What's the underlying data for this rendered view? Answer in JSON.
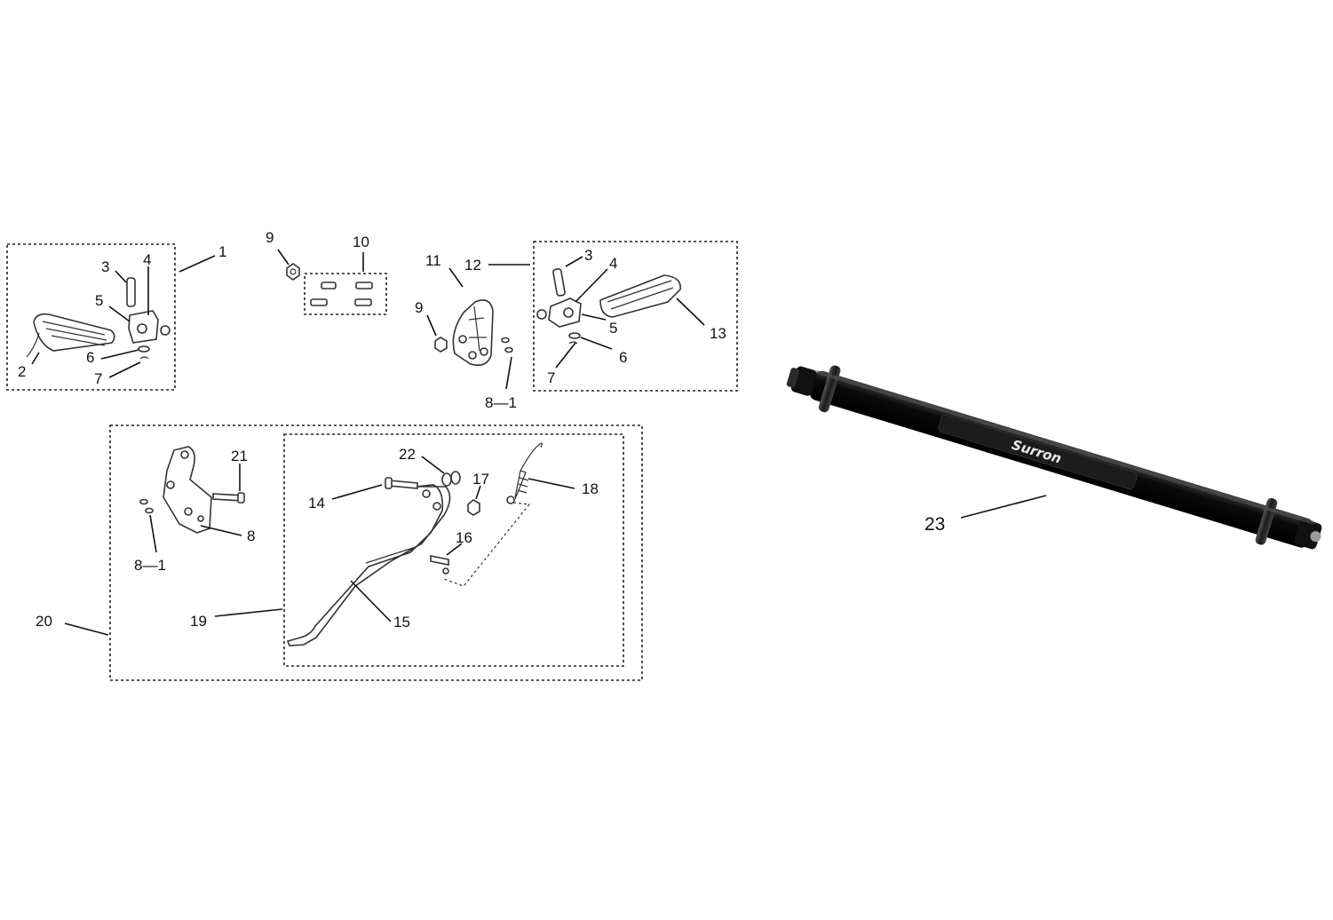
{
  "diagram": {
    "callouts": {
      "c1": "1",
      "c2": "2",
      "c3a": "3",
      "c4a": "4",
      "c5a": "5",
      "c6a": "6",
      "c7a": "7",
      "c9a": "9",
      "c10": "10",
      "c11": "11",
      "c12": "12",
      "c9b": "9",
      "c81a": "8—1",
      "c3b": "3",
      "c4b": "4",
      "c5b": "5",
      "c6b": "6",
      "c7b": "7",
      "c13": "13",
      "c21": "21",
      "c8": "8",
      "c81b": "8—1",
      "c20": "20",
      "c22": "22",
      "c17": "17",
      "c18": "18",
      "c14": "14",
      "c16": "16",
      "c19": "19",
      "c15": "15",
      "c23": "23"
    },
    "axle": {
      "logo_text": "Surron",
      "body_color": "#0a0a0a"
    },
    "colors": {
      "line": "#333333",
      "background": "#ffffff"
    }
  }
}
